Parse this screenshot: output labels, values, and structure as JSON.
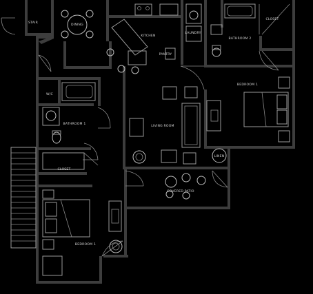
{
  "rooms": {
    "stair": "STAIR",
    "dining": "DINING",
    "kitchen": "KITCHEN",
    "laundry": "LAUNDRY",
    "bathroom2": "BATHROOM 2",
    "closet_top_right": "CLOSET",
    "pantry": "PANTRY",
    "wic": "W/C",
    "bedroom1_upper": "BEDROOM 1",
    "bathroom1": "BATHROOM 1",
    "living_room": "LIVING ROOM",
    "closet_left": "CLOSET",
    "linen": "LINEN",
    "covered_patio": "COVERED PATIO",
    "bedroom1_lower": "BEDROOM 1"
  }
}
